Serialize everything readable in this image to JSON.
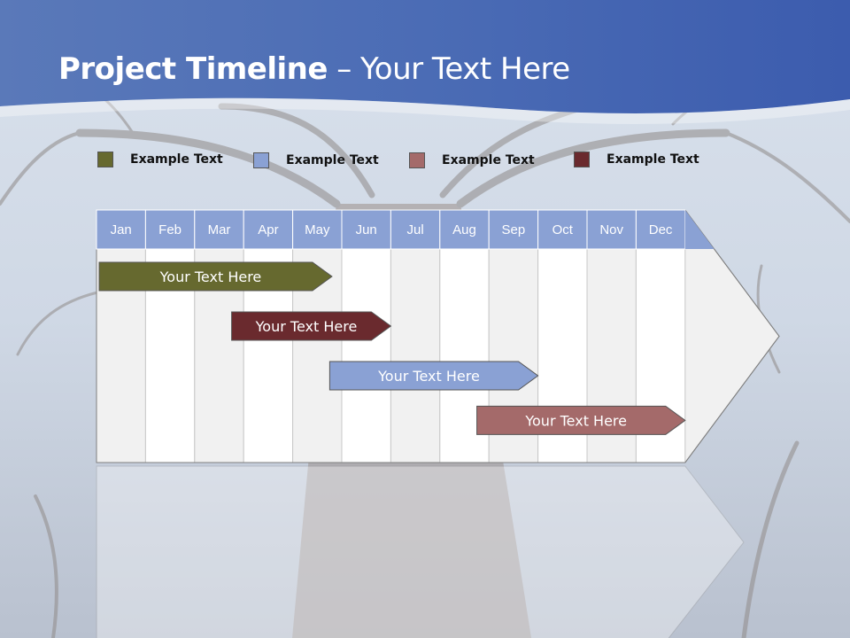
{
  "slide": {
    "title_bold": "Project Timeline",
    "title_rest": " – Your Text Here"
  },
  "legend": [
    {
      "label": "Example Text",
      "color": "#66692f"
    },
    {
      "label": "Example Text",
      "color": "#8aa1d4"
    },
    {
      "label": "Example Text",
      "color": "#a46a6a"
    },
    {
      "label": "Example Text",
      "color": "#6a2a2e"
    }
  ],
  "timeline": {
    "months": [
      "Jan",
      "Feb",
      "Mar",
      "Apr",
      "May",
      "Jun",
      "Jul",
      "Aug",
      "Sep",
      "Oct",
      "Nov",
      "Dec"
    ],
    "header_color": "#8aa1d4",
    "tasks": [
      {
        "label": "Your  Text Here",
        "color": "#66692f",
        "start_month": 1,
        "end_month": 4.8
      },
      {
        "label": "Your  Text Here",
        "color": "#6a2a2e",
        "start_month": 3.7,
        "end_month": 6.0
      },
      {
        "label": "Your  Text Here",
        "color": "#8aa1d4",
        "start_month": 5.7,
        "end_month": 9.0
      },
      {
        "label": "Your  Text Here",
        "color": "#a46a6a",
        "start_month": 8.7,
        "end_month": 12.0
      }
    ]
  }
}
